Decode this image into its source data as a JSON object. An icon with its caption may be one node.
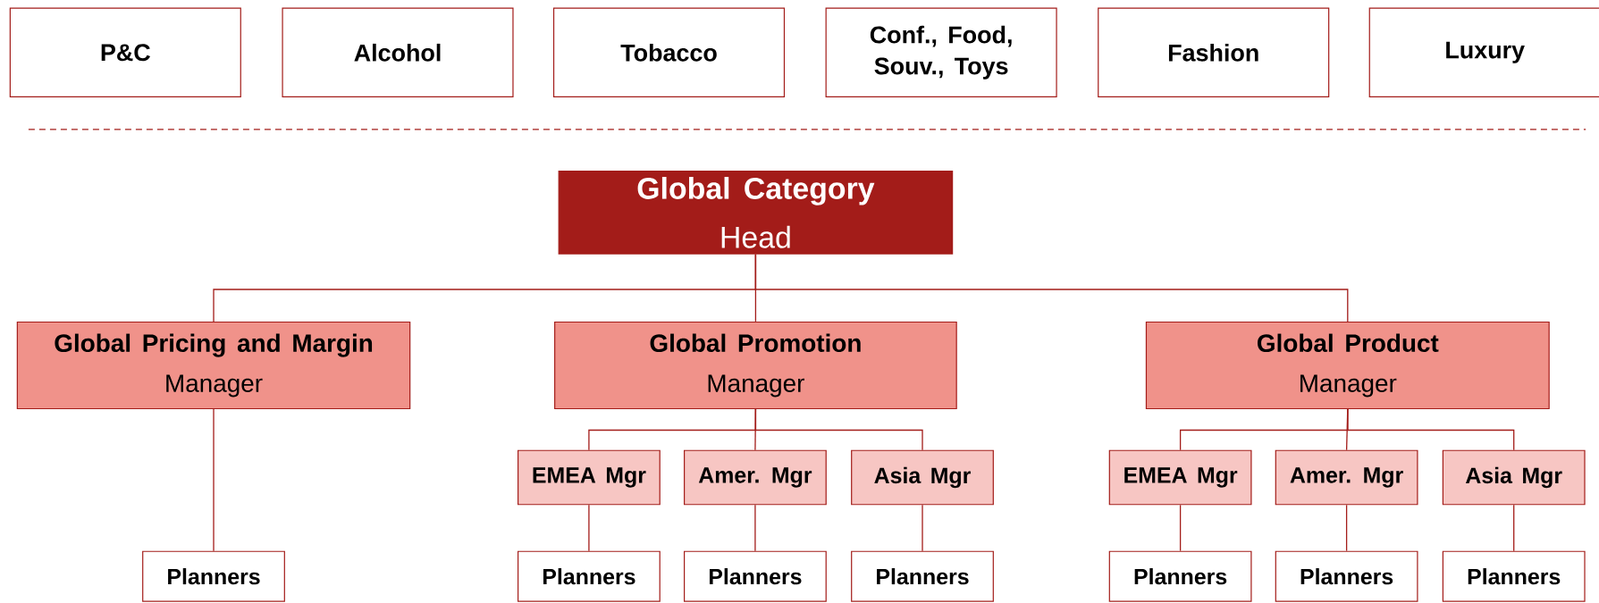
{
  "diagram": {
    "nodes": [
      {
        "text": [
          "P&C"
        ]
      },
      {
        "text": [
          "Alcohol"
        ]
      },
      {
        "text": [
          "Tobacco"
        ]
      },
      {
        "text": [
          "Conf., Food, Souv., Toys"
        ]
      },
      {
        "text": [
          "Fashion"
        ]
      },
      {
        "text": [
          "Luxury"
        ]
      },
      {
        "text": [
          "Global Category",
          "Head"
        ]
      },
      {
        "text": [
          "Global Pricing and Margin",
          "Manager"
        ]
      },
      {
        "text": [
          "Global Promotion",
          "Manager"
        ]
      },
      {
        "text": [
          "Global Product",
          "Manager"
        ]
      },
      {
        "text": [
          "EMEA Mgr"
        ]
      },
      {
        "text": [
          "Amer. Mgr"
        ]
      },
      {
        "text": [
          "Asia Mgr"
        ]
      },
      {
        "text": [
          "EMEA Mgr"
        ]
      },
      {
        "text": [
          "Amer. Mgr"
        ]
      },
      {
        "text": [
          "Asia Mgr"
        ]
      },
      {
        "text": [
          "Planners"
        ]
      },
      {
        "text": [
          "Planners"
        ]
      },
      {
        "text": [
          "Planners"
        ]
      },
      {
        "text": [
          "Planners"
        ]
      },
      {
        "text": [
          "Planners"
        ]
      },
      {
        "text": [
          "Planners"
        ]
      },
      {
        "text": [
          "Planners"
        ]
      }
    ],
    "edges": [
      {
        "from": 6,
        "to": 7,
        "arrow": "none"
      },
      {
        "from": 6,
        "to": 8,
        "arrow": "none"
      },
      {
        "from": 6,
        "to": 9,
        "arrow": "none"
      },
      {
        "from": 7,
        "to": 16,
        "arrow": "none"
      },
      {
        "from": 8,
        "to": 10,
        "arrow": "none"
      },
      {
        "from": 8,
        "to": 11,
        "arrow": "none"
      },
      {
        "from": 8,
        "to": 12,
        "arrow": "none"
      },
      {
        "from": 9,
        "to": 13,
        "arrow": "none"
      },
      {
        "from": 9,
        "to": 14,
        "arrow": "none"
      },
      {
        "from": 9,
        "to": 15,
        "arrow": "none"
      },
      {
        "from": 10,
        "to": 17,
        "arrow": "none"
      },
      {
        "from": 11,
        "to": 18,
        "arrow": "none"
      },
      {
        "from": 12,
        "to": 19,
        "arrow": "none"
      },
      {
        "from": 13,
        "to": 20,
        "arrow": "none"
      },
      {
        "from": 14,
        "to": 21,
        "arrow": "none"
      },
      {
        "from": 15,
        "to": 22,
        "arrow": "none"
      }
    ]
  }
}
